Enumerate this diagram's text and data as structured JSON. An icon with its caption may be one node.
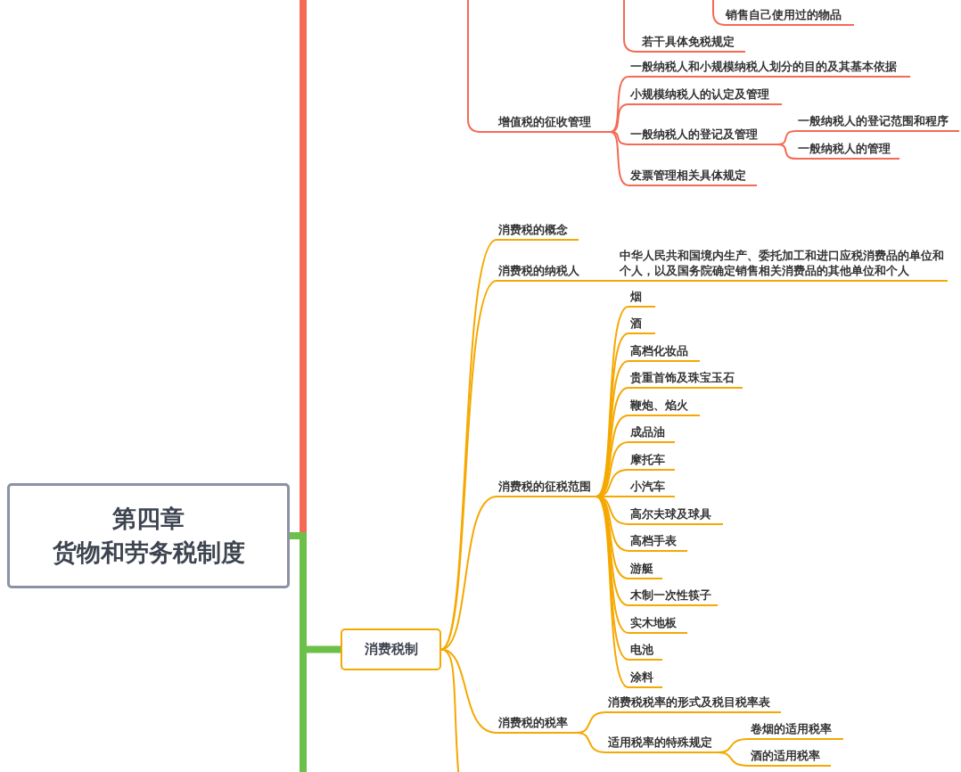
{
  "diagram": {
    "nodes": [
      {
        "text": [
          "第四章",
          "货物和劳务税制度"
        ]
      },
      {
        "text": [
          "销售自己使用过的物品"
        ]
      },
      {
        "text": [
          "若干具体免税规定"
        ]
      },
      {
        "text": [
          "增值税的征收管理"
        ]
      },
      {
        "text": [
          "一般纳税人和小规模纳税人划分的目的及其基本依据"
        ]
      },
      {
        "text": [
          "小规模纳税人的认定及管理"
        ]
      },
      {
        "text": [
          "一般纳税人的登记及管理"
        ]
      },
      {
        "text": [
          "一般纳税人的登记范围和程序"
        ]
      },
      {
        "text": [
          "一般纳税人的管理"
        ]
      },
      {
        "text": [
          "发票管理相关具体规定"
        ]
      },
      {
        "text": [
          "消费税制"
        ]
      },
      {
        "text": [
          "消费税的概念"
        ]
      },
      {
        "text": [
          "消费税的纳税人"
        ]
      },
      {
        "text": [
          "中华人民共和国境内生产、委托加工和进口应税消费品的单位和个人，以及国务院确定销售相关消费品的其他单位和个人"
        ]
      },
      {
        "text": [
          "消费税的征税范围"
        ]
      },
      {
        "text": [
          "烟"
        ]
      },
      {
        "text": [
          "酒"
        ]
      },
      {
        "text": [
          "高档化妆品"
        ]
      },
      {
        "text": [
          "贵重首饰及珠宝玉石"
        ]
      },
      {
        "text": [
          "鞭炮、焰火"
        ]
      },
      {
        "text": [
          "成品油"
        ]
      },
      {
        "text": [
          "摩托车"
        ]
      },
      {
        "text": [
          "小汽车"
        ]
      },
      {
        "text": [
          "高尔夫球及球具"
        ]
      },
      {
        "text": [
          "高档手表"
        ]
      },
      {
        "text": [
          "游艇"
        ]
      },
      {
        "text": [
          "木制一次性筷子"
        ]
      },
      {
        "text": [
          "实木地板"
        ]
      },
      {
        "text": [
          "电池"
        ]
      },
      {
        "text": [
          "涂料"
        ]
      },
      {
        "text": [
          "消费税的税率"
        ]
      },
      {
        "text": [
          "消费税税率的形式及税目税率表"
        ]
      },
      {
        "text": [
          "适用税率的特殊规定"
        ]
      },
      {
        "text": [
          "卷烟的适用税率"
        ]
      },
      {
        "text": [
          "酒的适用税率"
        ]
      }
    ],
    "edges": [
      {
        "from": 0,
        "to": null,
        "arrow": "none",
        "style": "thick",
        "color": "#f46a55"
      },
      {
        "from": 0,
        "to": 10,
        "arrow": "none",
        "style": "thick",
        "color": "#6cc04a"
      },
      {
        "from": 0,
        "to": null,
        "arrow": "none",
        "style": "thick",
        "color": "#6cc04a"
      },
      {
        "from": null,
        "to": 1,
        "arrow": "none",
        "color": "#f46a55"
      },
      {
        "from": null,
        "to": 2,
        "arrow": "none",
        "color": "#f46a55"
      },
      {
        "from": null,
        "to": 3,
        "arrow": "none",
        "color": "#f46a55"
      },
      {
        "from": 3,
        "to": 4,
        "arrow": "none",
        "color": "#f46a55"
      },
      {
        "from": 3,
        "to": 5,
        "arrow": "none",
        "color": "#f46a55"
      },
      {
        "from": 3,
        "to": 6,
        "arrow": "none",
        "color": "#f46a55"
      },
      {
        "from": 3,
        "to": 9,
        "arrow": "none",
        "color": "#f46a55"
      },
      {
        "from": 6,
        "to": 7,
        "arrow": "none",
        "color": "#f46a55"
      },
      {
        "from": 6,
        "to": 8,
        "arrow": "none",
        "color": "#f46a55"
      },
      {
        "from": 10,
        "to": 11,
        "arrow": "none"
      },
      {
        "from": 10,
        "to": 12,
        "arrow": "none"
      },
      {
        "from": 12,
        "to": 13,
        "arrow": "none"
      },
      {
        "from": 10,
        "to": 14,
        "arrow": "none"
      },
      {
        "from": 14,
        "to": 15,
        "arrow": "none"
      },
      {
        "from": 14,
        "to": 16,
        "arrow": "none"
      },
      {
        "from": 14,
        "to": 17,
        "arrow": "none"
      },
      {
        "from": 14,
        "to": 18,
        "arrow": "none"
      },
      {
        "from": 14,
        "to": 19,
        "arrow": "none"
      },
      {
        "from": 14,
        "to": 20,
        "arrow": "none"
      },
      {
        "from": 14,
        "to": 21,
        "arrow": "none"
      },
      {
        "from": 14,
        "to": 22,
        "arrow": "none"
      },
      {
        "from": 14,
        "to": 23,
        "arrow": "none"
      },
      {
        "from": 14,
        "to": 24,
        "arrow": "none"
      },
      {
        "from": 14,
        "to": 25,
        "arrow": "none"
      },
      {
        "from": 14,
        "to": 26,
        "arrow": "none"
      },
      {
        "from": 14,
        "to": 27,
        "arrow": "none"
      },
      {
        "from": 14,
        "to": 28,
        "arrow": "none"
      },
      {
        "from": 14,
        "to": 29,
        "arrow": "none"
      },
      {
        "from": 10,
        "to": 30,
        "arrow": "none"
      },
      {
        "from": 30,
        "to": 31,
        "arrow": "none"
      },
      {
        "from": 30,
        "to": 32,
        "arrow": "none"
      },
      {
        "from": 32,
        "to": 33,
        "arrow": "none"
      },
      {
        "from": 32,
        "to": 34,
        "arrow": "none"
      },
      {
        "from": 10,
        "to": null,
        "arrow": "none"
      }
    ]
  }
}
